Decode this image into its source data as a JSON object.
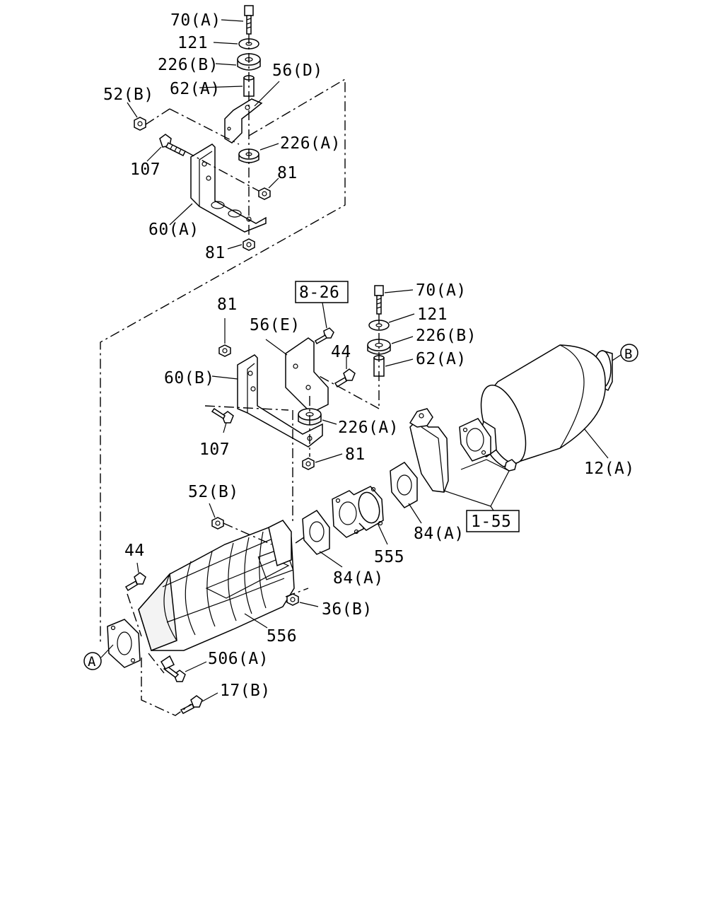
{
  "labels": {
    "top_70a": "70(A)",
    "top_121": "121",
    "top_226b": "226(B)",
    "top_62a": "62(A)",
    "top_56d": "56(D)",
    "top_52b": "52(B)",
    "top_226a": "226(A)",
    "top_107": "107",
    "top_81a": "81",
    "top_60a": "60(A)",
    "top_81b": "81",
    "ref_8_26": "8-26",
    "mid_70a": "70(A)",
    "mid_121": "121",
    "mid_226b": "226(B)",
    "mid_62a": "62(A)",
    "mid_81a": "81",
    "mid_56e": "56(E)",
    "mid_44": "44",
    "mid_60b": "60(B)",
    "mid_226a": "226(A)",
    "mid_107": "107",
    "mid_81b": "81",
    "b_callout": "B",
    "p12a": "12(A)",
    "ref_1_55": "1-55",
    "p84a_right": "84(A)",
    "p555": "555",
    "p84a_left": "84(A)",
    "low_52b": "52(B)",
    "low_44": "44",
    "p36b": "36(B)",
    "p556": "556",
    "a_callout": "A",
    "p506a": "506(A)",
    "p17b": "17(B)"
  }
}
